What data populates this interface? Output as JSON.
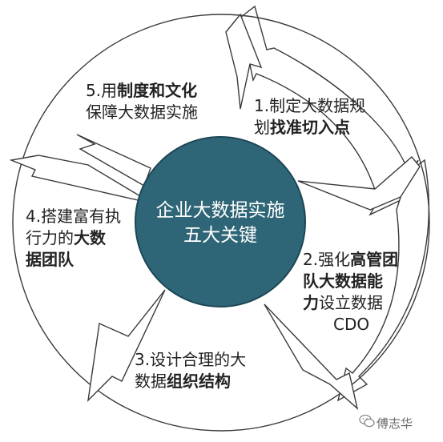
{
  "center": {
    "line1": "企业大数据实施",
    "line2": "五大关键"
  },
  "steps": [
    {
      "line1": [
        "1.制定大数据规",
        ""
      ],
      "line2": [
        "划",
        "找准切入点"
      ]
    },
    {
      "line1": [
        "2.强化",
        "高管团"
      ],
      "line2": [
        "",
        "队大数据能"
      ],
      "line3": [
        "力",
        "设立数据"
      ],
      "line4": [
        "CDO",
        ""
      ]
    },
    {
      "line1": [
        "3.设计合理的大",
        ""
      ],
      "line2": [
        "数据",
        "组织结构"
      ]
    },
    {
      "line1": [
        "4.搭建富有执",
        ""
      ],
      "line2": [
        "行力的",
        "大数"
      ],
      "line3": [
        "",
        "据团队"
      ]
    },
    {
      "line1": [
        "5.用",
        "制度和文化"
      ],
      "line2": [
        "保障大数据实施",
        ""
      ]
    }
  ],
  "watermark": {
    "text": "傅志华",
    "icon": "wechat-icon"
  },
  "colors": {
    "center_fill": "#2f6677",
    "center_stroke": "#1c4656",
    "outline": "#444444"
  }
}
